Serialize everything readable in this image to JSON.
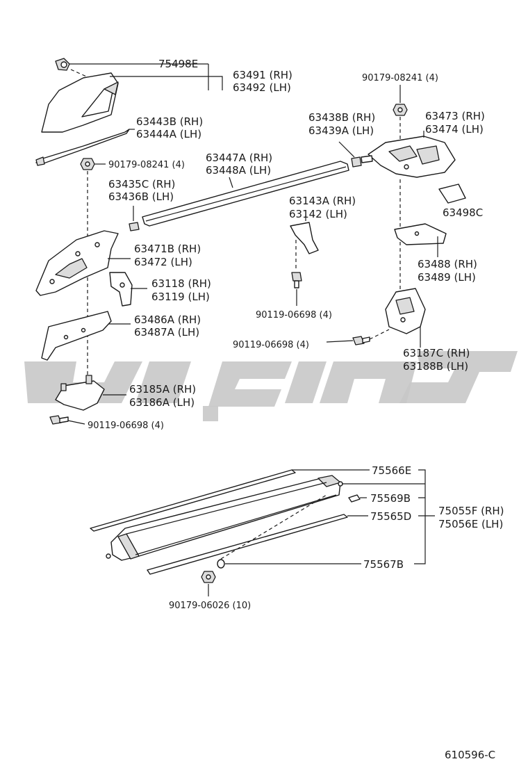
{
  "labels": {
    "p75498E": "75498E",
    "p63491": "63491 (RH)",
    "p63492": "63492 (LH)",
    "p63443B": "63443B (RH)",
    "p63444A": "63444A (LH)",
    "p90179_08241_left": "90179-08241 (4)",
    "p63447A": "63447A (RH)",
    "p63448A": "63448A (LH)",
    "p63435C": "63435C (RH)",
    "p63436B": "63436B (LH)",
    "p63471B": "63471B (RH)",
    "p63472": "63472    (LH)",
    "p63118": "63118 (RH)",
    "p63119": "63119 (LH)",
    "p63486A": "63486A (RH)",
    "p63487A": "63487A (LH)",
    "p63185A": "63185A (RH)",
    "p63186A": "63186A (LH)",
    "p90119_06698_bl": "90119-06698 (4)",
    "p90179_08241_top": "90179-08241 (4)",
    "p63438B": "63438B (RH)",
    "p63439A": "63439A (LH)",
    "p63473": "63473 (RH)",
    "p63474": "63474 (LH)",
    "p63498C": "63498C",
    "p63143A": "63143A (RH)",
    "p63142": "63142    (LH)",
    "p63488": "63488 (RH)",
    "p63489": "63489 (LH)",
    "p90119_06698_mid": "90119-06698 (4)",
    "p90119_06698_right": "90119-06698 (4)",
    "p63187C": "63187C (RH)",
    "p63188B": "63188B (LH)",
    "p75566E": "75566E",
    "p75569B": "75569B",
    "p75565D": "75565D",
    "p75567B": "75567B",
    "p75055F": "75055F (RH)",
    "p75056E": "75056E (LH)",
    "p90179_06026": "90179-06026 (10)",
    "diagram_code": "610596-C"
  },
  "watermark": {
    "color": "#c8c8c8",
    "description_text": ""
  }
}
